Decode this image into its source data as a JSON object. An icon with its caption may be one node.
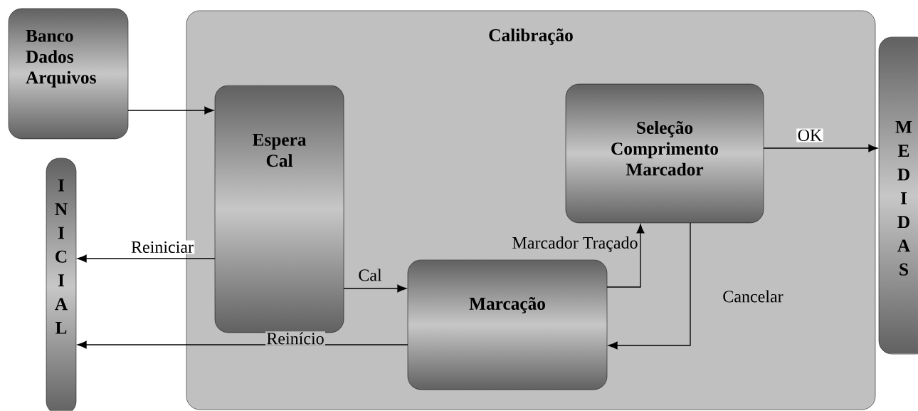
{
  "diagram": {
    "nodes": [
      {
        "text": [
          "Banco Dados Arquivos"
        ]
      },
      {
        "text": [
          "INICIAL"
        ]
      },
      {
        "text": [
          "Calibração"
        ]
      },
      {
        "text": [
          "Espera Cal"
        ],
        "in": 2
      },
      {
        "text": [
          "Seleção Comprimento Marcador"
        ],
        "in": 2
      },
      {
        "text": [
          "Marcação"
        ],
        "in": 2
      },
      {
        "text": [
          "MEDIDAS"
        ]
      }
    ],
    "edges": [
      {
        "from": 0,
        "to": 3,
        "arrow": "to"
      },
      {
        "from": 3,
        "to": 1,
        "arrow": "to",
        "label": "Reiniciar"
      },
      {
        "from": 3,
        "to": 5,
        "arrow": "to",
        "label": "Cal"
      },
      {
        "from": 5,
        "to": 4,
        "arrow": "to",
        "label": "Marcador Traçado"
      },
      {
        "from": 4,
        "to": 5,
        "arrow": "to",
        "label": "Cancelar"
      },
      {
        "from": 5,
        "to": 1,
        "arrow": "to",
        "label": "Reinício"
      },
      {
        "from": 4,
        "to": 6,
        "arrow": "to",
        "label": "OK"
      }
    ]
  }
}
